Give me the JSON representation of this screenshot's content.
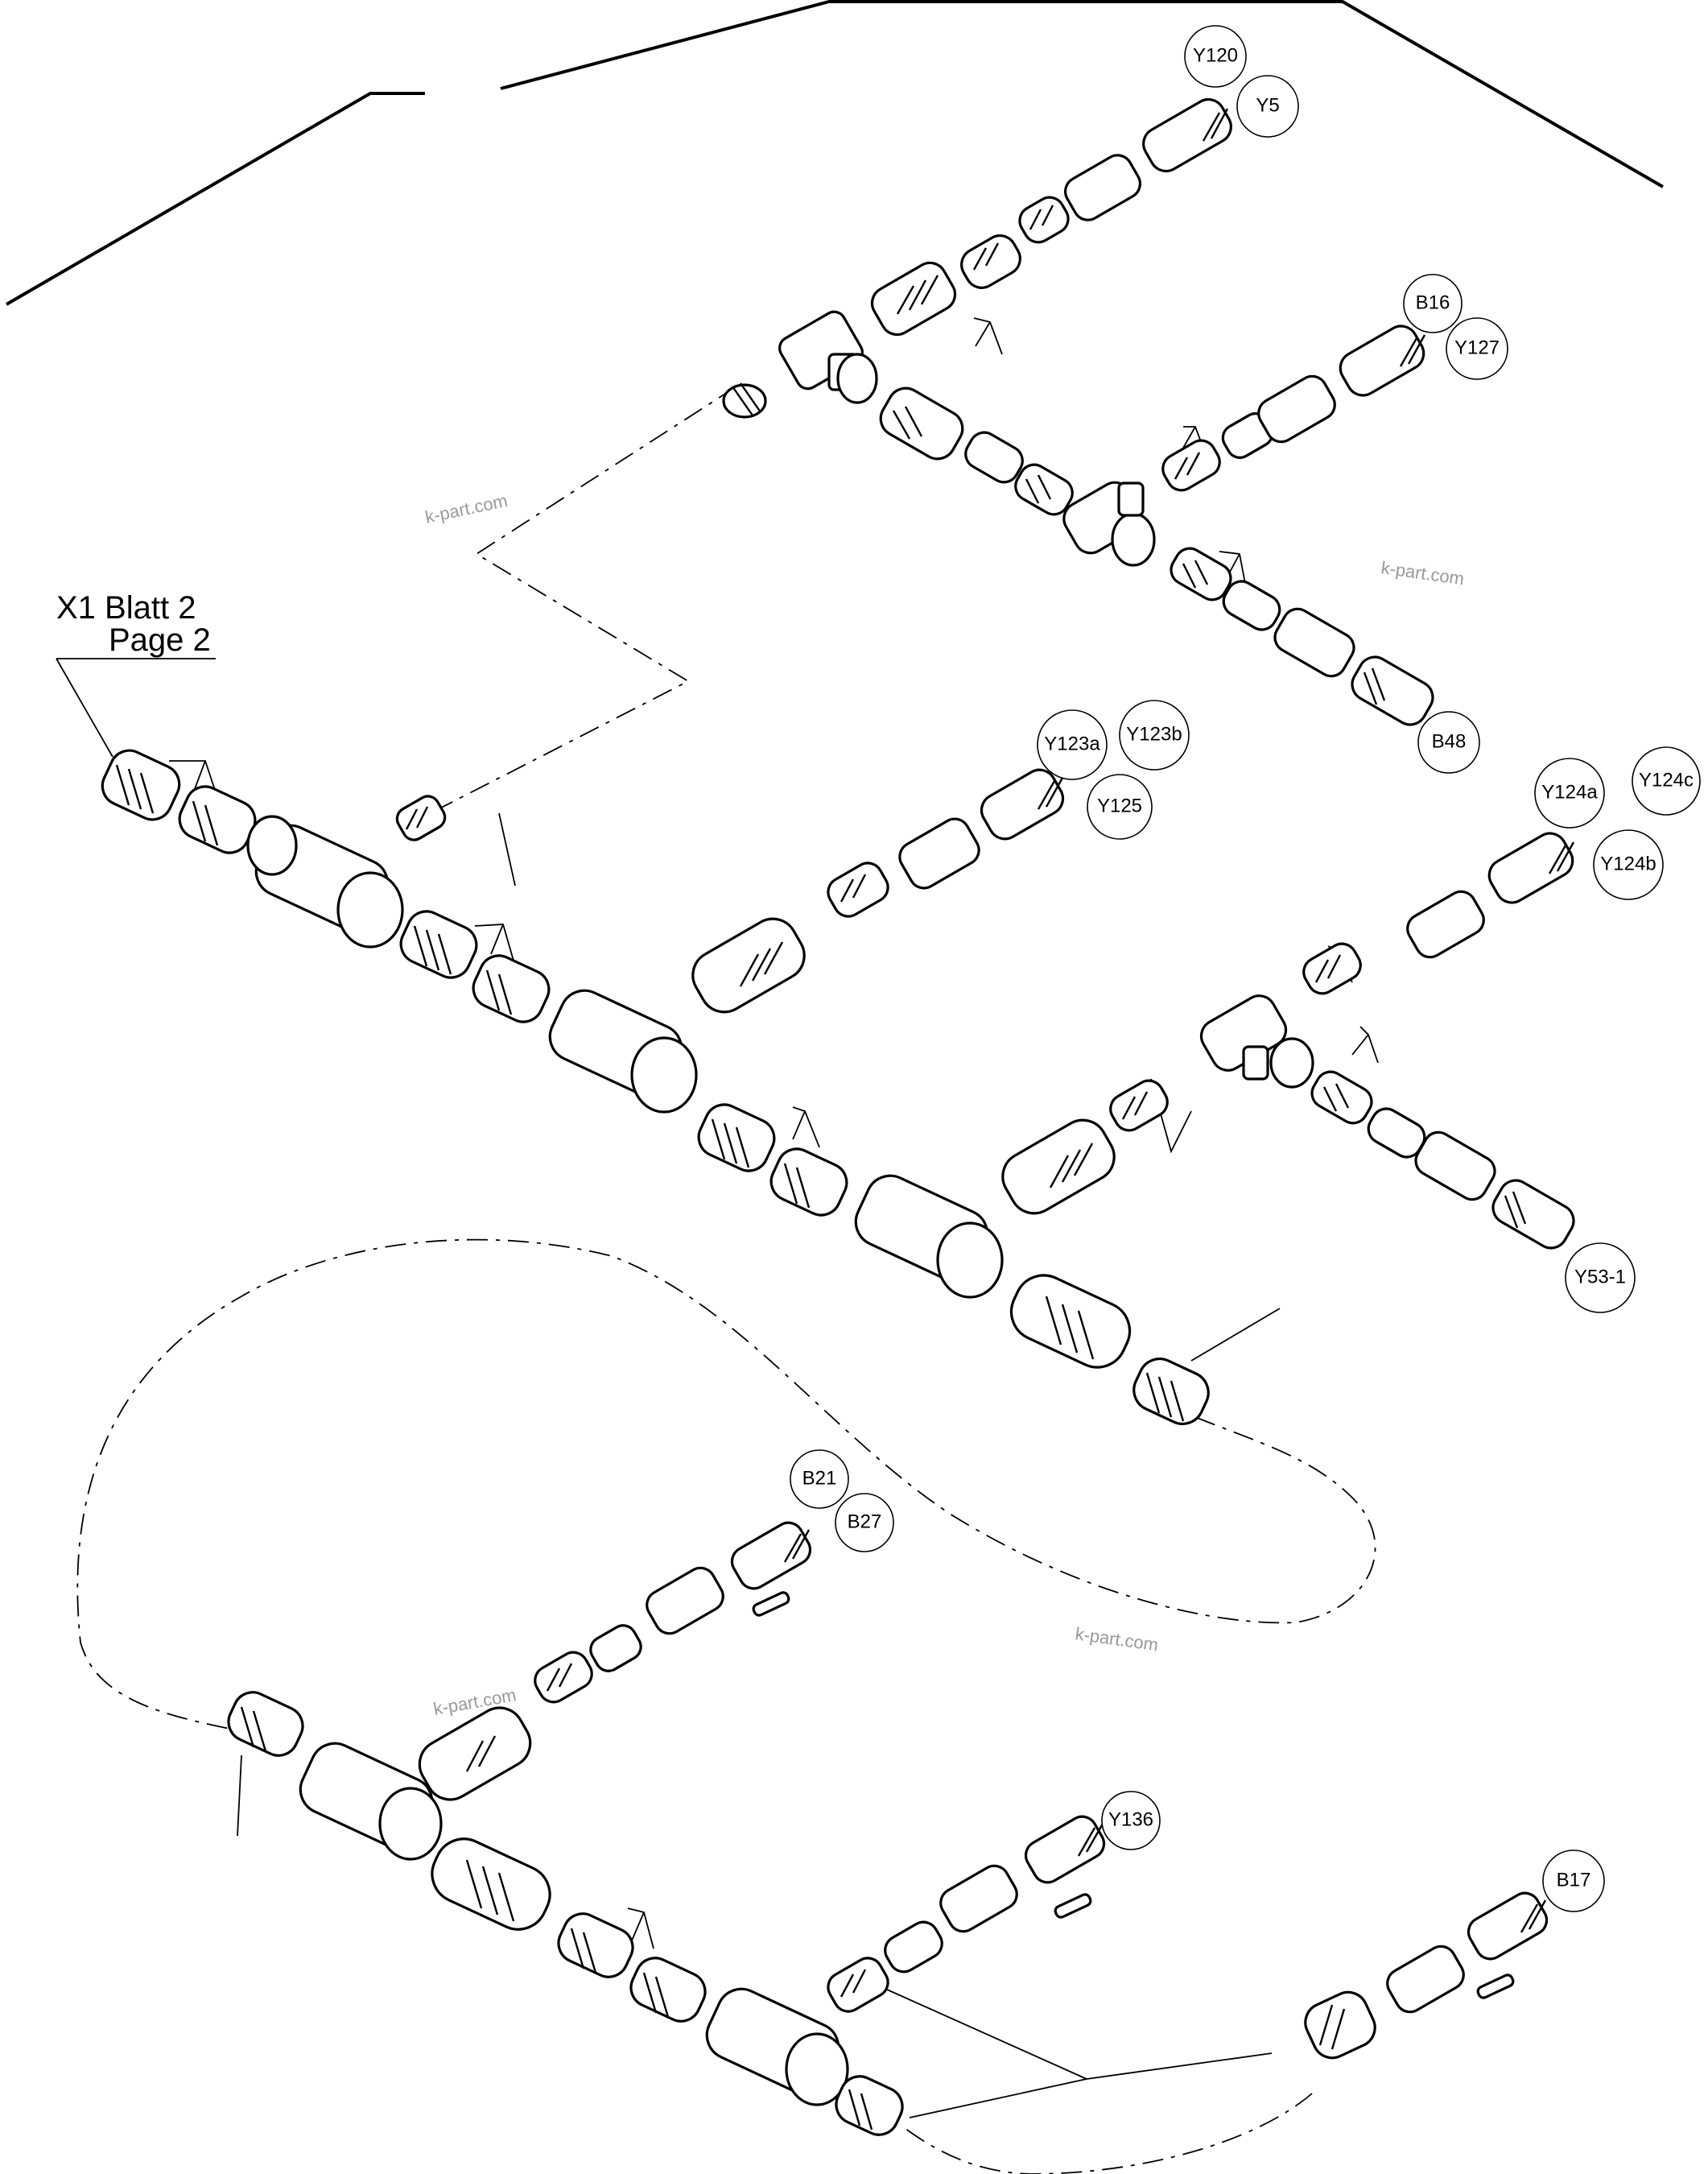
{
  "reference": {
    "line1": "X1 Blatt 2",
    "line2": "Page 2"
  },
  "watermark": "k-part.com",
  "callouts": [
    {
      "name": "Y120",
      "label": "Y120"
    },
    {
      "name": "Y5",
      "label": "Y5"
    },
    {
      "name": "B16",
      "label": "B16"
    },
    {
      "name": "Y127",
      "label": "Y127"
    },
    {
      "name": "B48",
      "label": "B48"
    },
    {
      "name": "Y123a",
      "label": "Y123a"
    },
    {
      "name": "Y123b",
      "label": "Y123b"
    },
    {
      "name": "Y125",
      "label": "Y125"
    },
    {
      "name": "Y124a",
      "label": "Y124a"
    },
    {
      "name": "Y124c",
      "label": "Y124c"
    },
    {
      "name": "Y124b",
      "label": "Y124b"
    },
    {
      "name": "Y53-1",
      "label": "Y53-1"
    },
    {
      "name": "B21",
      "label": "B21"
    },
    {
      "name": "B27",
      "label": "B27"
    },
    {
      "name": "Y136",
      "label": "Y136"
    },
    {
      "name": "B17",
      "label": "B17"
    }
  ]
}
